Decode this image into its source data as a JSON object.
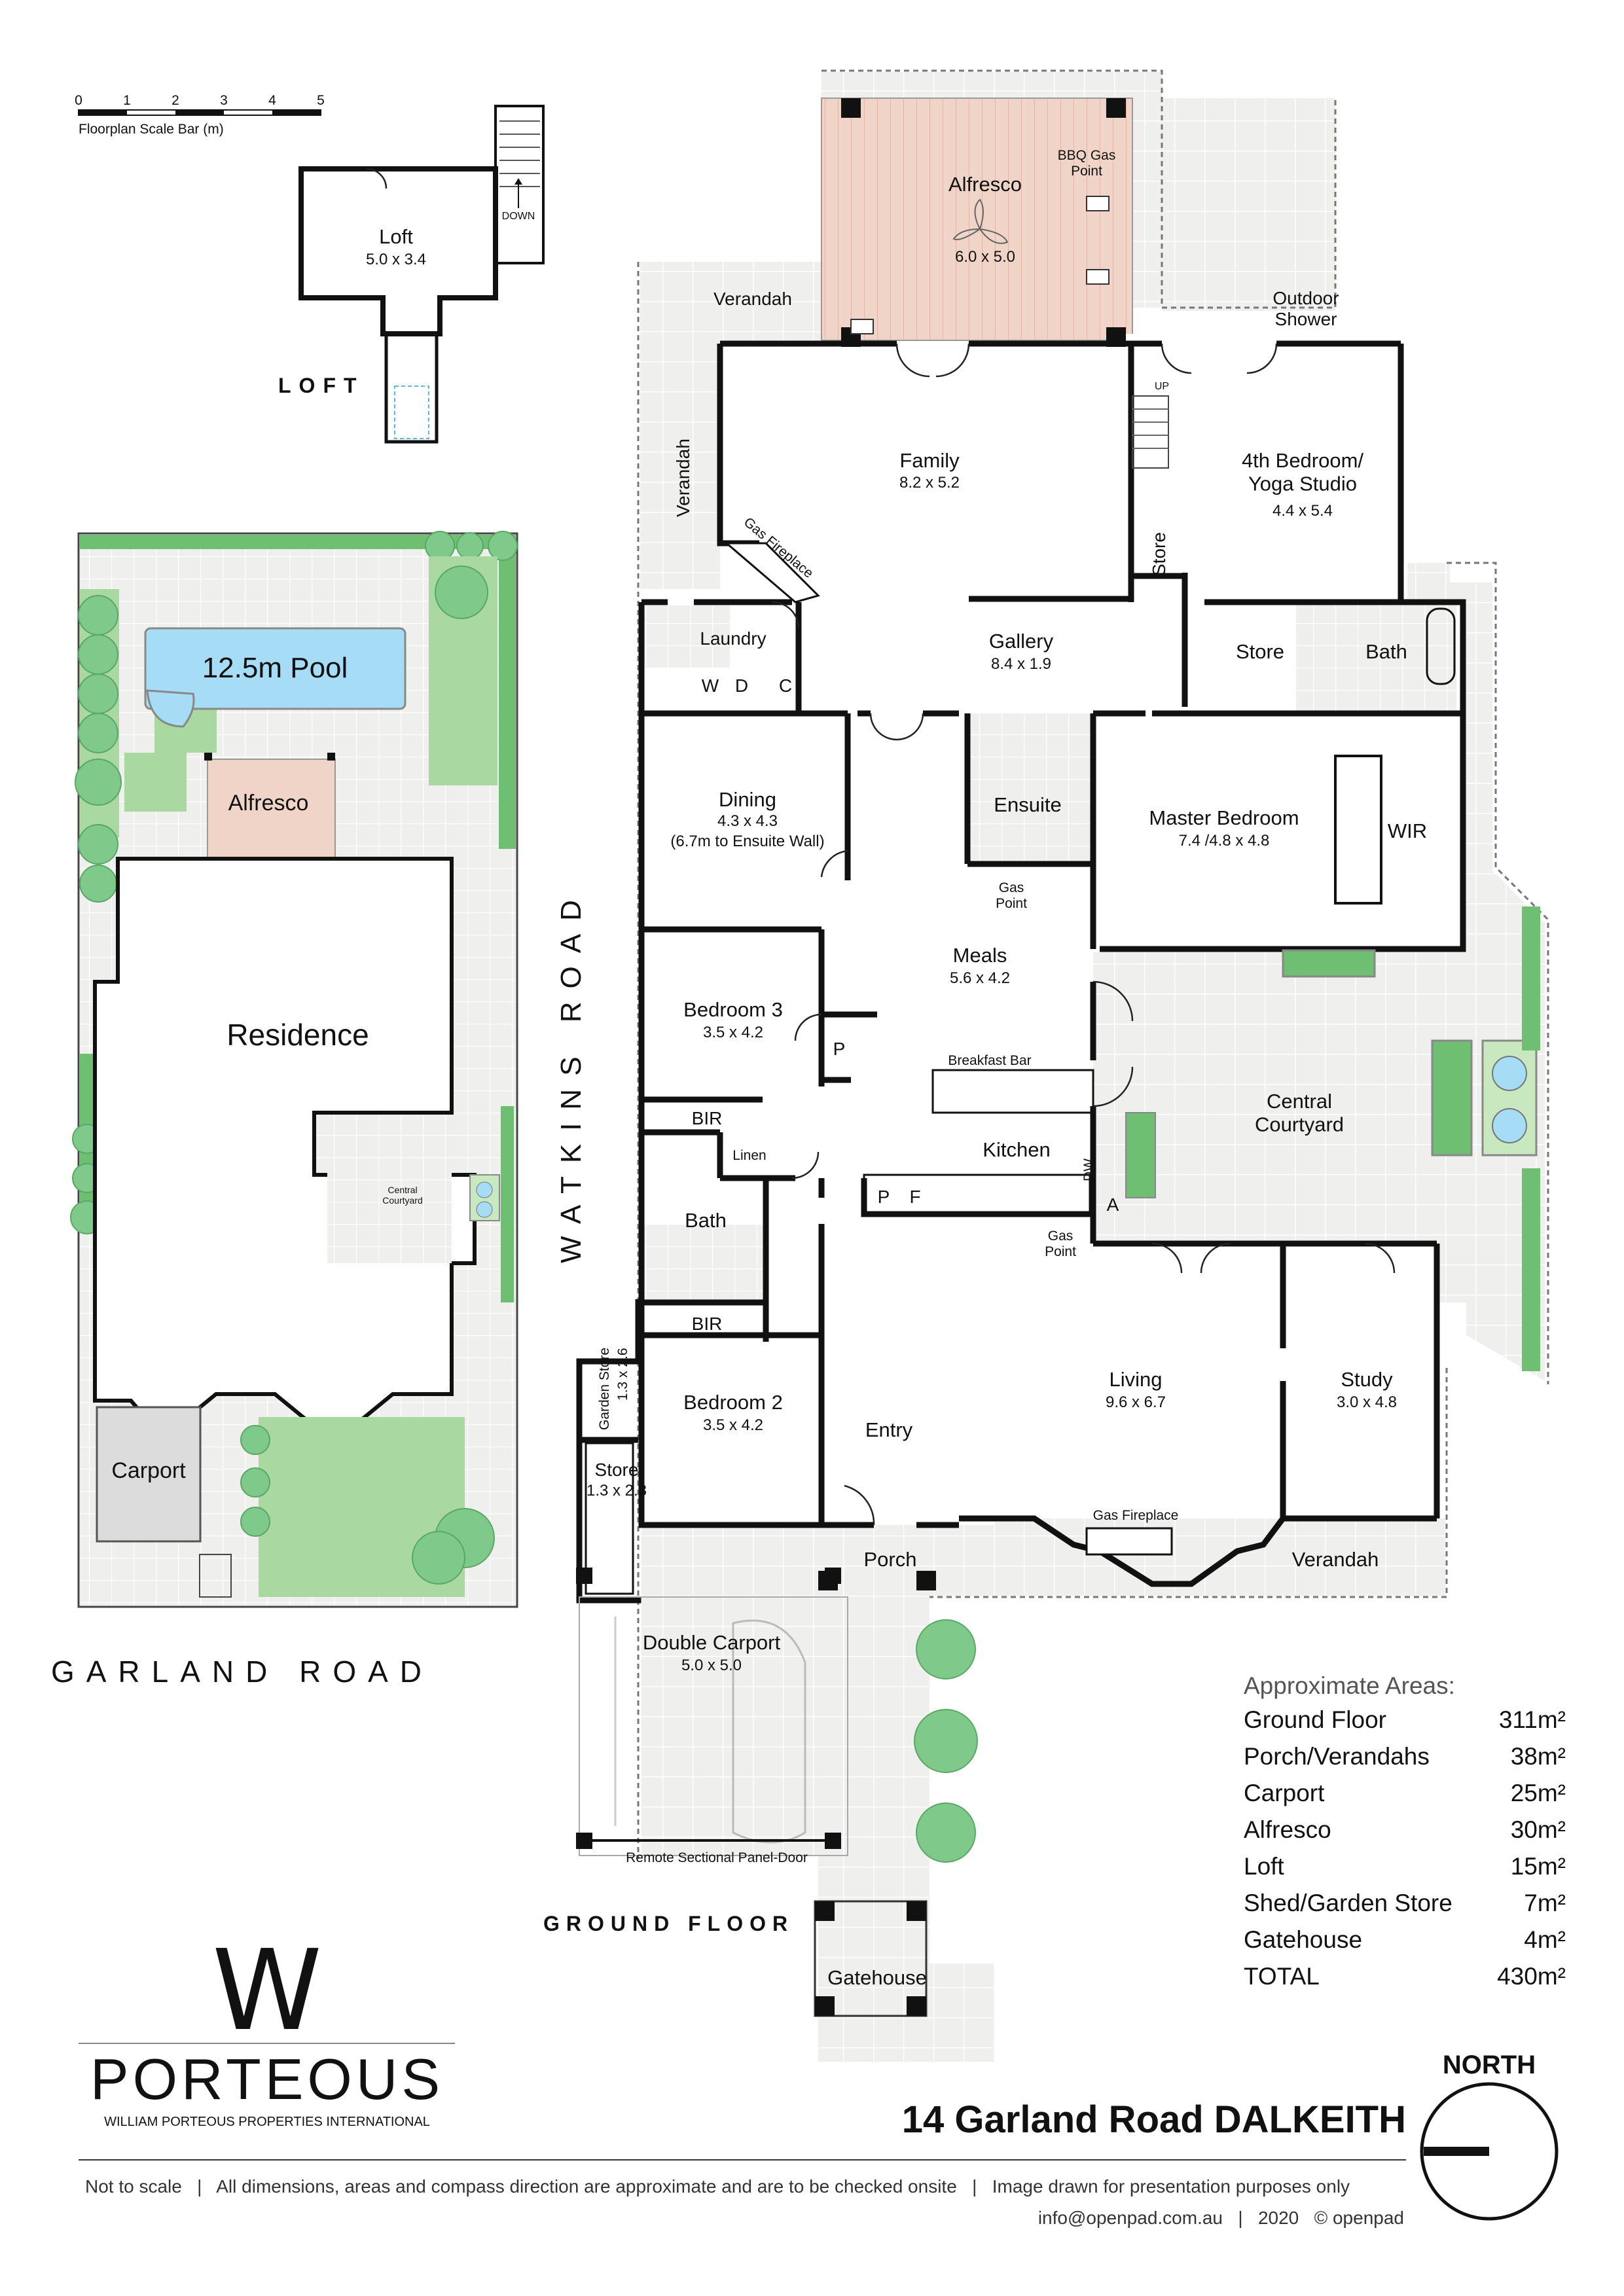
{
  "scale_bar": {
    "ticks": [
      "0",
      "1",
      "2",
      "3",
      "4",
      "5"
    ],
    "label": "Floorplan Scale Bar (m)"
  },
  "loft_plan": {
    "title": "LOFT",
    "room": {
      "name": "Loft",
      "dims": "5.0 x 3.4"
    },
    "stair_label": "DOWN"
  },
  "site_plan": {
    "pool": "12.5m Pool",
    "alfresco": "Alfresco",
    "residence": "Residence",
    "courtyard": "Central\nCourtyard",
    "carport": "Carport",
    "street": "GARLAND ROAD"
  },
  "street_side": "WATKINS ROAD",
  "ground_floor_title": "GROUND FLOOR",
  "rooms": {
    "alfresco": {
      "name": "Alfresco",
      "dims": "6.0 x 5.0"
    },
    "bbq": "BBQ Gas Point",
    "outdoor_shower": "Outdoor Shower",
    "verandah_top": "Verandah",
    "verandah_side": "Verandah",
    "family": {
      "name": "Family",
      "dims": "8.2 x 5.2"
    },
    "bedroom4": {
      "name": "4th Bedroom/ Yoga Studio",
      "dims": "4.4 x 5.4"
    },
    "up": "UP",
    "gas_fireplace_family": "Gas Fireplace",
    "store_small": "Store",
    "laundry": "Laundry",
    "laundry_w": "W",
    "laundry_d": "D",
    "laundry_c": "C",
    "gallery": {
      "name": "Gallery",
      "dims": "8.4 x 1.9"
    },
    "store_bath": "Store",
    "bath_master": "Bath",
    "dining": {
      "name": "Dining",
      "dims": "4.3 x 4.3",
      "note": "(6.7m to Ensuite Wall)"
    },
    "ensuite": "Ensuite",
    "gas_point_ensuite": "Gas Point",
    "master": {
      "name": "Master Bedroom",
      "dims": "7.4 /4.8 x 4.8"
    },
    "wir": "WIR",
    "meals": {
      "name": "Meals",
      "dims": "5.6 x 4.2"
    },
    "bedroom3": {
      "name": "Bedroom 3",
      "dims": "3.5 x 4.2"
    },
    "pantry": "P",
    "breakfast_bar": "Breakfast Bar",
    "central_courtyard": "Central Courtyard",
    "bir1": "BIR",
    "linen": "Linen",
    "kitchen": "Kitchen",
    "dw": "DW",
    "bath": "Bath",
    "kitchen_p": "P",
    "kitchen_f": "F",
    "kitchen_a": "A",
    "gas_point_kitchen": "Gas Point",
    "bir2": "BIR",
    "garden_store": {
      "name": "Garden Store",
      "dims": "1.3 x 2.6"
    },
    "bedroom2": {
      "name": "Bedroom 2",
      "dims": "3.5 x 4.2"
    },
    "entry": "Entry",
    "living": {
      "name": "Living",
      "dims": "9.6 x 6.7"
    },
    "study": {
      "name": "Study",
      "dims": "3.0 x 4.8"
    },
    "store_carport": {
      "name": "Store",
      "dims": "1.3 x 2.8"
    },
    "gas_fireplace_living": "Gas Fireplace",
    "porch": "Porch",
    "verandah_front": "Verandah",
    "carport": {
      "name": "Double Carport",
      "dims": "5.0 x 5.0"
    },
    "remote_door": "Remote Sectional Panel-Door",
    "gatehouse": "Gatehouse"
  },
  "areas": {
    "heading": "Approximate Areas:",
    "rows": [
      {
        "label": "Ground Floor",
        "value": "311m²"
      },
      {
        "label": "Porch/Verandahs",
        "value": "38m²"
      },
      {
        "label": "Carport",
        "value": "25m²"
      },
      {
        "label": "Alfresco",
        "value": "30m²"
      },
      {
        "label": "Loft",
        "value": "15m²"
      },
      {
        "label": "Shed/Garden Store",
        "value": "7m²"
      },
      {
        "label": "Gatehouse",
        "value": "4m²"
      },
      {
        "label": "TOTAL",
        "value": "430m²"
      }
    ]
  },
  "north": "NORTH",
  "brand": {
    "monogram": "W",
    "name": "PORTEOUS",
    "tagline": "WILLIAM PORTEOUS PROPERTIES INTERNATIONAL"
  },
  "address": "14 Garland Road DALKEITH",
  "footer": {
    "disclaimer": "Not to scale   |   All dimensions, areas and compass direction are approximate and are to be checked onsite   |   Image drawn for presentation purposes only",
    "contact": "info@openpad.com.au   |   2020   © openpad"
  },
  "colors": {
    "tile_bg": "#efefed",
    "tile_line": "#ffffff",
    "alfresco_deck": "#f0d4c8",
    "pool": "#a7dcf7",
    "lawn": "#a9d8a1",
    "hedge": "#6fbf73",
    "walls": "#111111"
  }
}
